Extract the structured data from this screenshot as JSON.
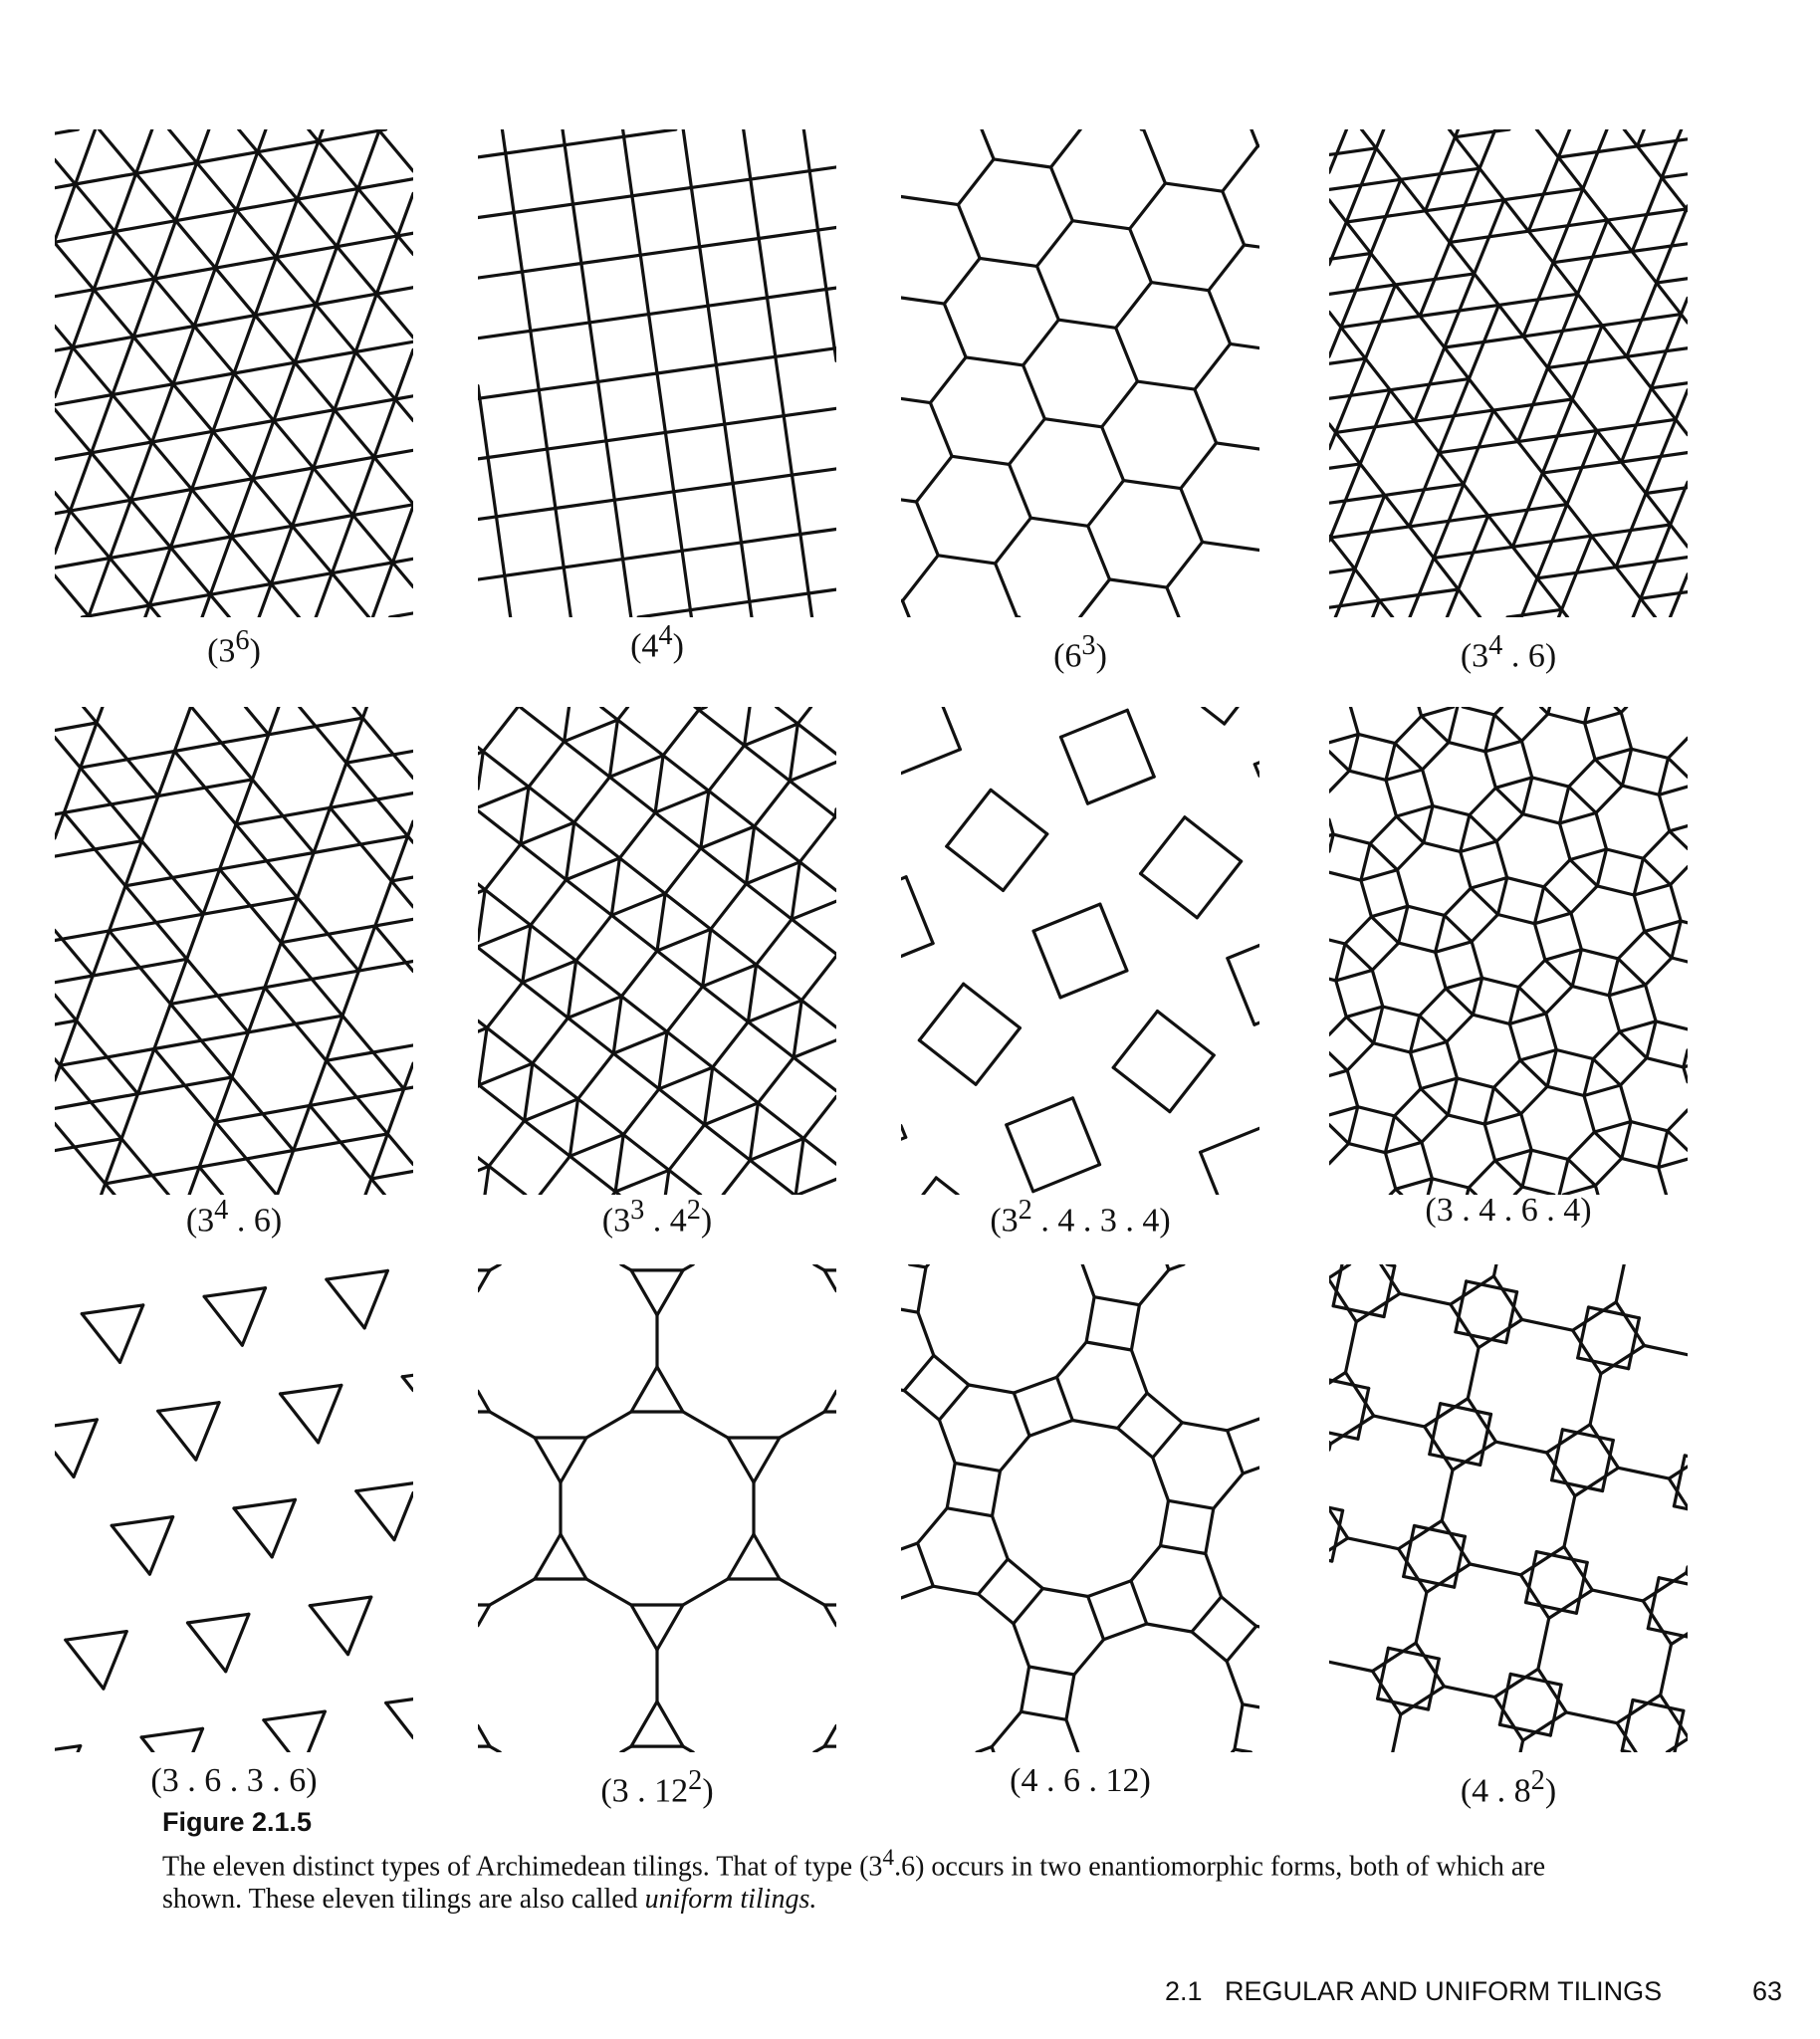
{
  "tilings": [
    {
      "label_base": "(3",
      "label_sup": "6",
      "label_rest": ")",
      "kind": "triangular"
    },
    {
      "label_base": "(4",
      "label_sup": "4",
      "label_rest": ")",
      "kind": "square"
    },
    {
      "label_base": "(6",
      "label_sup": "3",
      "label_rest": ")",
      "kind": "hexagonal"
    },
    {
      "label_base": "(3",
      "label_sup": "4",
      "label_rest": " . 6)",
      "kind": "snub-hexagonal"
    },
    {
      "label_base": "(3",
      "label_sup": "4",
      "label_rest": " . 6)",
      "kind": "snub-hexagonal-mirror"
    },
    {
      "label_base": "(3",
      "label_sup": "3",
      "label_rest": " . 4",
      "label_sup2": "2",
      "label_rest2": ")",
      "kind": "elongated-triangular"
    },
    {
      "label_base": "(3",
      "label_sup": "2",
      "label_rest": " . 4 . 3 . 4)",
      "kind": "snub-square"
    },
    {
      "label_base": "(3 . 4 . 6 . 4)",
      "kind": "rhombitrihexagonal"
    },
    {
      "label_base": "(3 . 6 . 3 . 6)",
      "kind": "trihexagonal"
    },
    {
      "label_base": "(3 . 12",
      "label_sup": "2",
      "label_rest": ")",
      "kind": "truncated-hexagonal"
    },
    {
      "label_base": "(4 . 6 . 12)",
      "kind": "truncated-trihexagonal"
    },
    {
      "label_base": "(4 . 8",
      "label_sup": "2",
      "label_rest": ")",
      "kind": "truncated-square"
    }
  ],
  "figure": {
    "label": "Figure 2.1.5",
    "caption_part1": "The eleven distinct types of Archimedean tilings. That of type (3",
    "caption_sup": "4",
    "caption_part2": ".6) occurs in two enantiomorphic forms, both of which are shown. These eleven tilings are also called ",
    "caption_em": "uniform tilings."
  },
  "footer": {
    "section": "2.1   REGULAR AND UNIFORM TILINGS",
    "page_number": "63"
  },
  "colors": {
    "ink": "#111111",
    "background": "#ffffff"
  }
}
